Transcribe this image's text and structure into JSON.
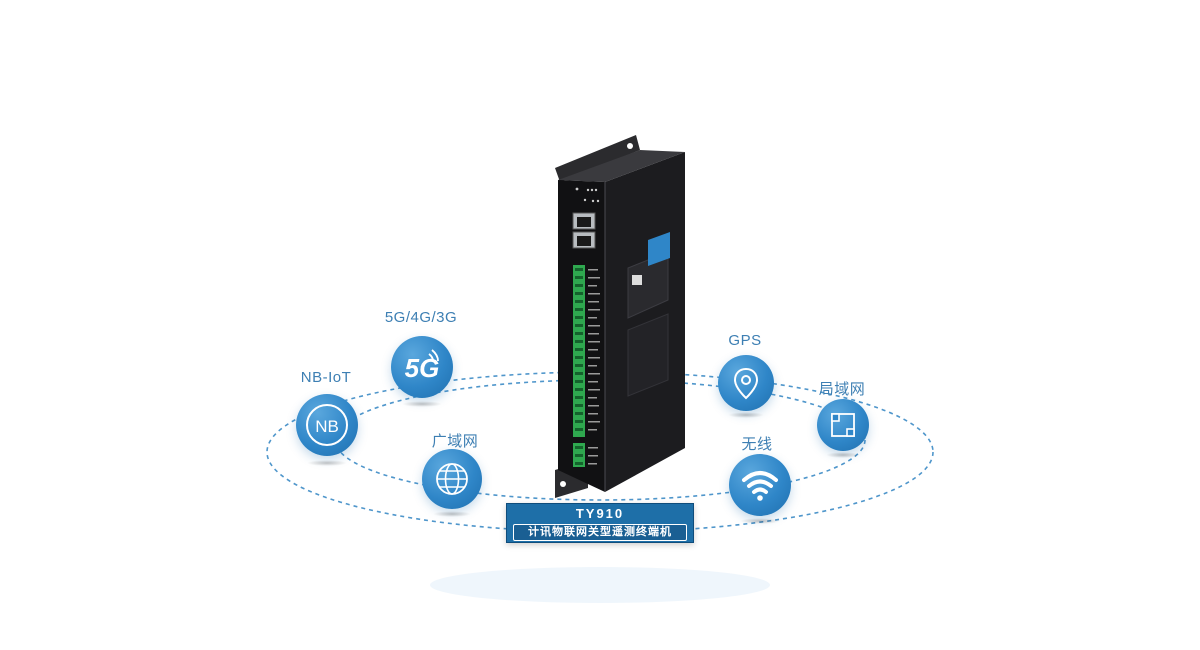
{
  "product": {
    "model": "TY910",
    "subtitle": "计讯物联网关型遥测终端机"
  },
  "features": {
    "nbiot": "NB-IoT",
    "cellular": "5G/4G/3G",
    "wan": "广域网",
    "gps": "GPS",
    "lan": "局域网",
    "wireless": "无线"
  },
  "icons": {
    "nbiot": "nb-badge-icon",
    "cellular": "5g-badge-icon",
    "wan": "globe-icon",
    "gps": "location-pin-icon",
    "lan": "network-square-icon",
    "wireless": "wifi-icon"
  },
  "colors": {
    "accent": "#2f86c8",
    "label": "#3d7fb3",
    "title_bg": "#1e6fa8",
    "device_body": "#1a1a1c",
    "terminal_green": "#2fa84f"
  }
}
